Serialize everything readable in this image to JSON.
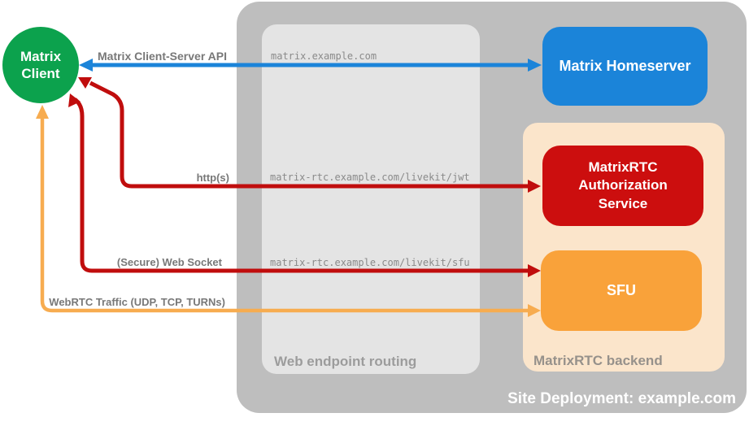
{
  "client": {
    "label": "Matrix Client"
  },
  "homeserver": {
    "label": "Matrix Homeserver"
  },
  "auth_service": {
    "label": "MatrixRTC Authorization Service"
  },
  "sfu": {
    "label": "SFU"
  },
  "zones": {
    "site": {
      "label": "Site Deployment: example.com",
      "bg": "#bebebe"
    },
    "routing": {
      "label": "Web endpoint routing",
      "bg": "#e4e4e4"
    },
    "backend": {
      "label": "MatrixRTC backend",
      "bg": "#fbe5cb"
    }
  },
  "endpoints": [
    "matrix.example.com",
    "matrix-rtc.example.com/livekit/jwt",
    "matrix-rtc.example.com/livekit/sfu"
  ],
  "connections": [
    {
      "label": "Matrix Client-Server API",
      "color": "#1b84d9"
    },
    {
      "label": "http(s)",
      "color": "#c00d0d"
    },
    {
      "label": "(Secure) Web Socket",
      "color": "#c00d0d"
    },
    {
      "label": "WebRTC Traffic (UDP, TCP, TURNs)",
      "color": "#f7ac50"
    }
  ],
  "colors": {
    "client_green": "#0ca24d",
    "homeserver_blue": "#1b84d9",
    "auth_red": "#cc0e0e",
    "sfu_orange": "#f9a23a"
  }
}
